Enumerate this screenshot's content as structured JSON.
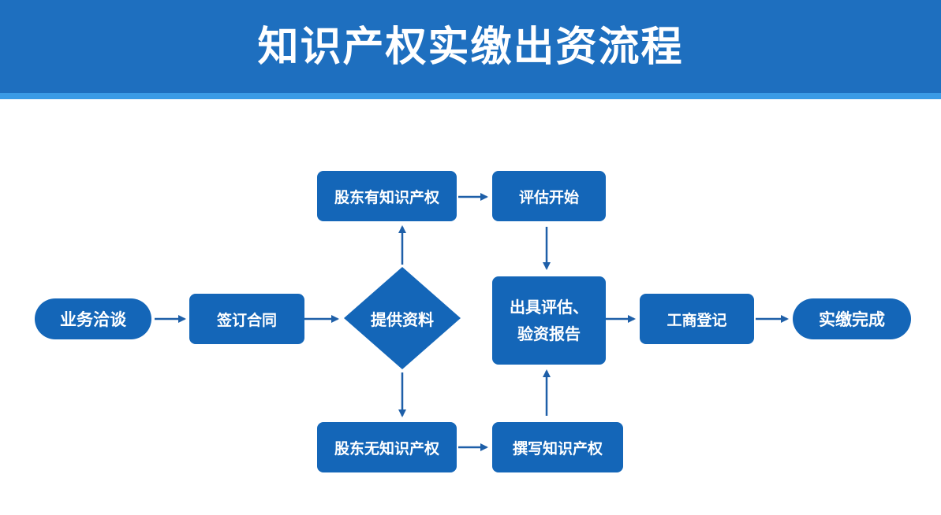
{
  "title": "知识产权实缴出资流程",
  "colors": {
    "header": "#1e6fbf",
    "header_strip": "#3a9be6",
    "node": "#1466b8",
    "arrow": "#1e5fa8"
  },
  "nodes": {
    "negotiate": "业务洽谈",
    "sign_contract": "签订合同",
    "provide_materials": "提供资料",
    "has_ip": "股东有知识产权",
    "no_ip": "股东无知识产权",
    "evaluation_start": "评估开始",
    "write_ip": "撰写知识产权",
    "report_line1": "出具评估、",
    "report_line2": "验资报告",
    "registration": "工商登记",
    "complete": "实缴完成"
  }
}
